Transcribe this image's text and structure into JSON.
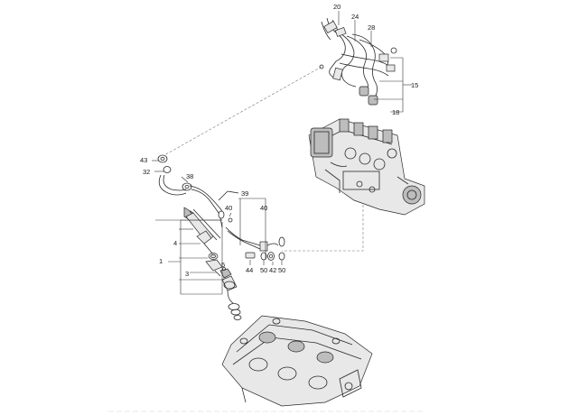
{
  "diagram": {
    "callouts": {
      "c20": "20",
      "c24": "24",
      "c28": "28",
      "c15": "15",
      "c18": "18",
      "c43": "43",
      "c32": "32",
      "c38": "38",
      "c39": "39",
      "c40a": "40",
      "c40b": "40",
      "c4": "4",
      "c1": "1",
      "c3": "3",
      "c5": "5",
      "c44": "44",
      "c50a": "50",
      "c42": "42",
      "c50b": "50"
    }
  }
}
